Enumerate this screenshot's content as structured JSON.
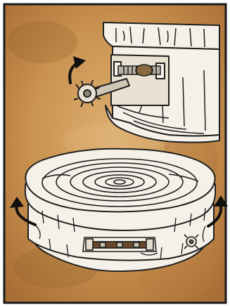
{
  "colors": {
    "paper_light": "#d9a86a",
    "paper_mid": "#c48e4f",
    "paper_dark": "#a86d35",
    "frame": "#1a1a1a",
    "ink": "#1f1f1f",
    "wood_fill": "#f5f1e8",
    "arrow": "#111111",
    "leather": "#6b4a2b"
  },
  "panels": [
    {
      "name": "top-panel",
      "icons": [
        "tree-slice-lid-section",
        "screw-clamp-handle",
        "rotate-arrow-icon"
      ]
    },
    {
      "name": "bottom-panel",
      "icons": [
        "tree-slice-box",
        "rotate-arrow-left-icon",
        "rotate-arrow-right-icon",
        "leather-strap-clasp"
      ]
    }
  ]
}
